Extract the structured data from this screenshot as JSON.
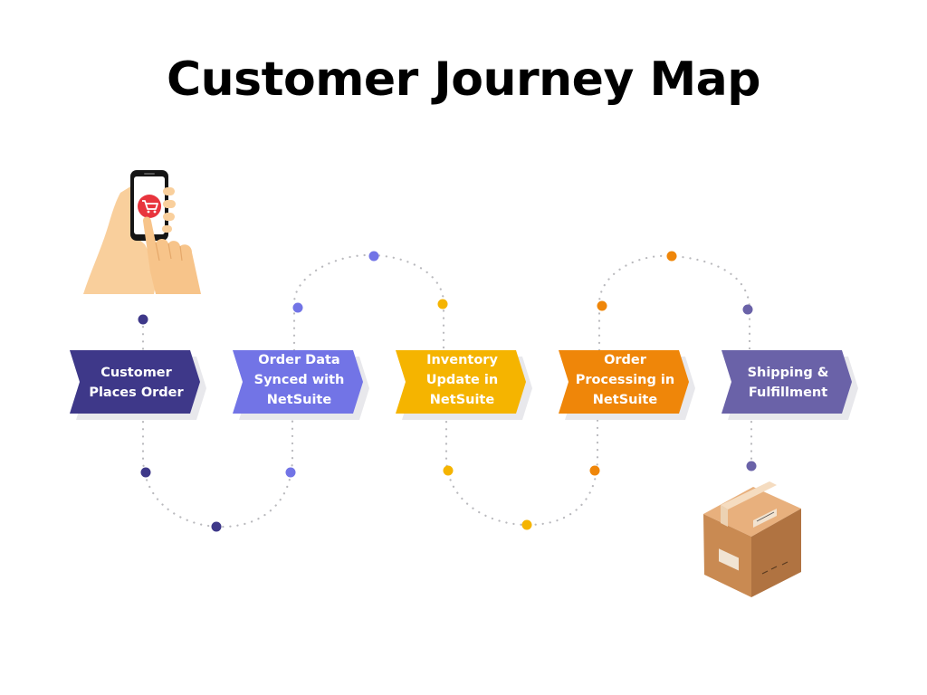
{
  "title": "Customer Journey Map",
  "colors": {
    "dot_path": "#b9b9bd",
    "shadow": "#e8e8ec"
  },
  "steps": [
    {
      "label_lines": [
        "Customer",
        "Places Order"
      ],
      "color": "#3e3889"
    },
    {
      "label_lines": [
        "Order Data",
        "Synced with",
        "NetSuite"
      ],
      "color": "#7274e6"
    },
    {
      "label_lines": [
        "Inventory",
        "Update in",
        "NetSuite"
      ],
      "color": "#f5b400"
    },
    {
      "label_lines": [
        "Order",
        "Processing in",
        "NetSuite"
      ],
      "color": "#ef8609"
    },
    {
      "label_lines": [
        "Shipping &",
        "Fulfillment"
      ],
      "color": "#6a62a8"
    }
  ],
  "illustrations": {
    "start": "hand-tapping-phone-cart-icon",
    "end": "cardboard-box-icon"
  }
}
